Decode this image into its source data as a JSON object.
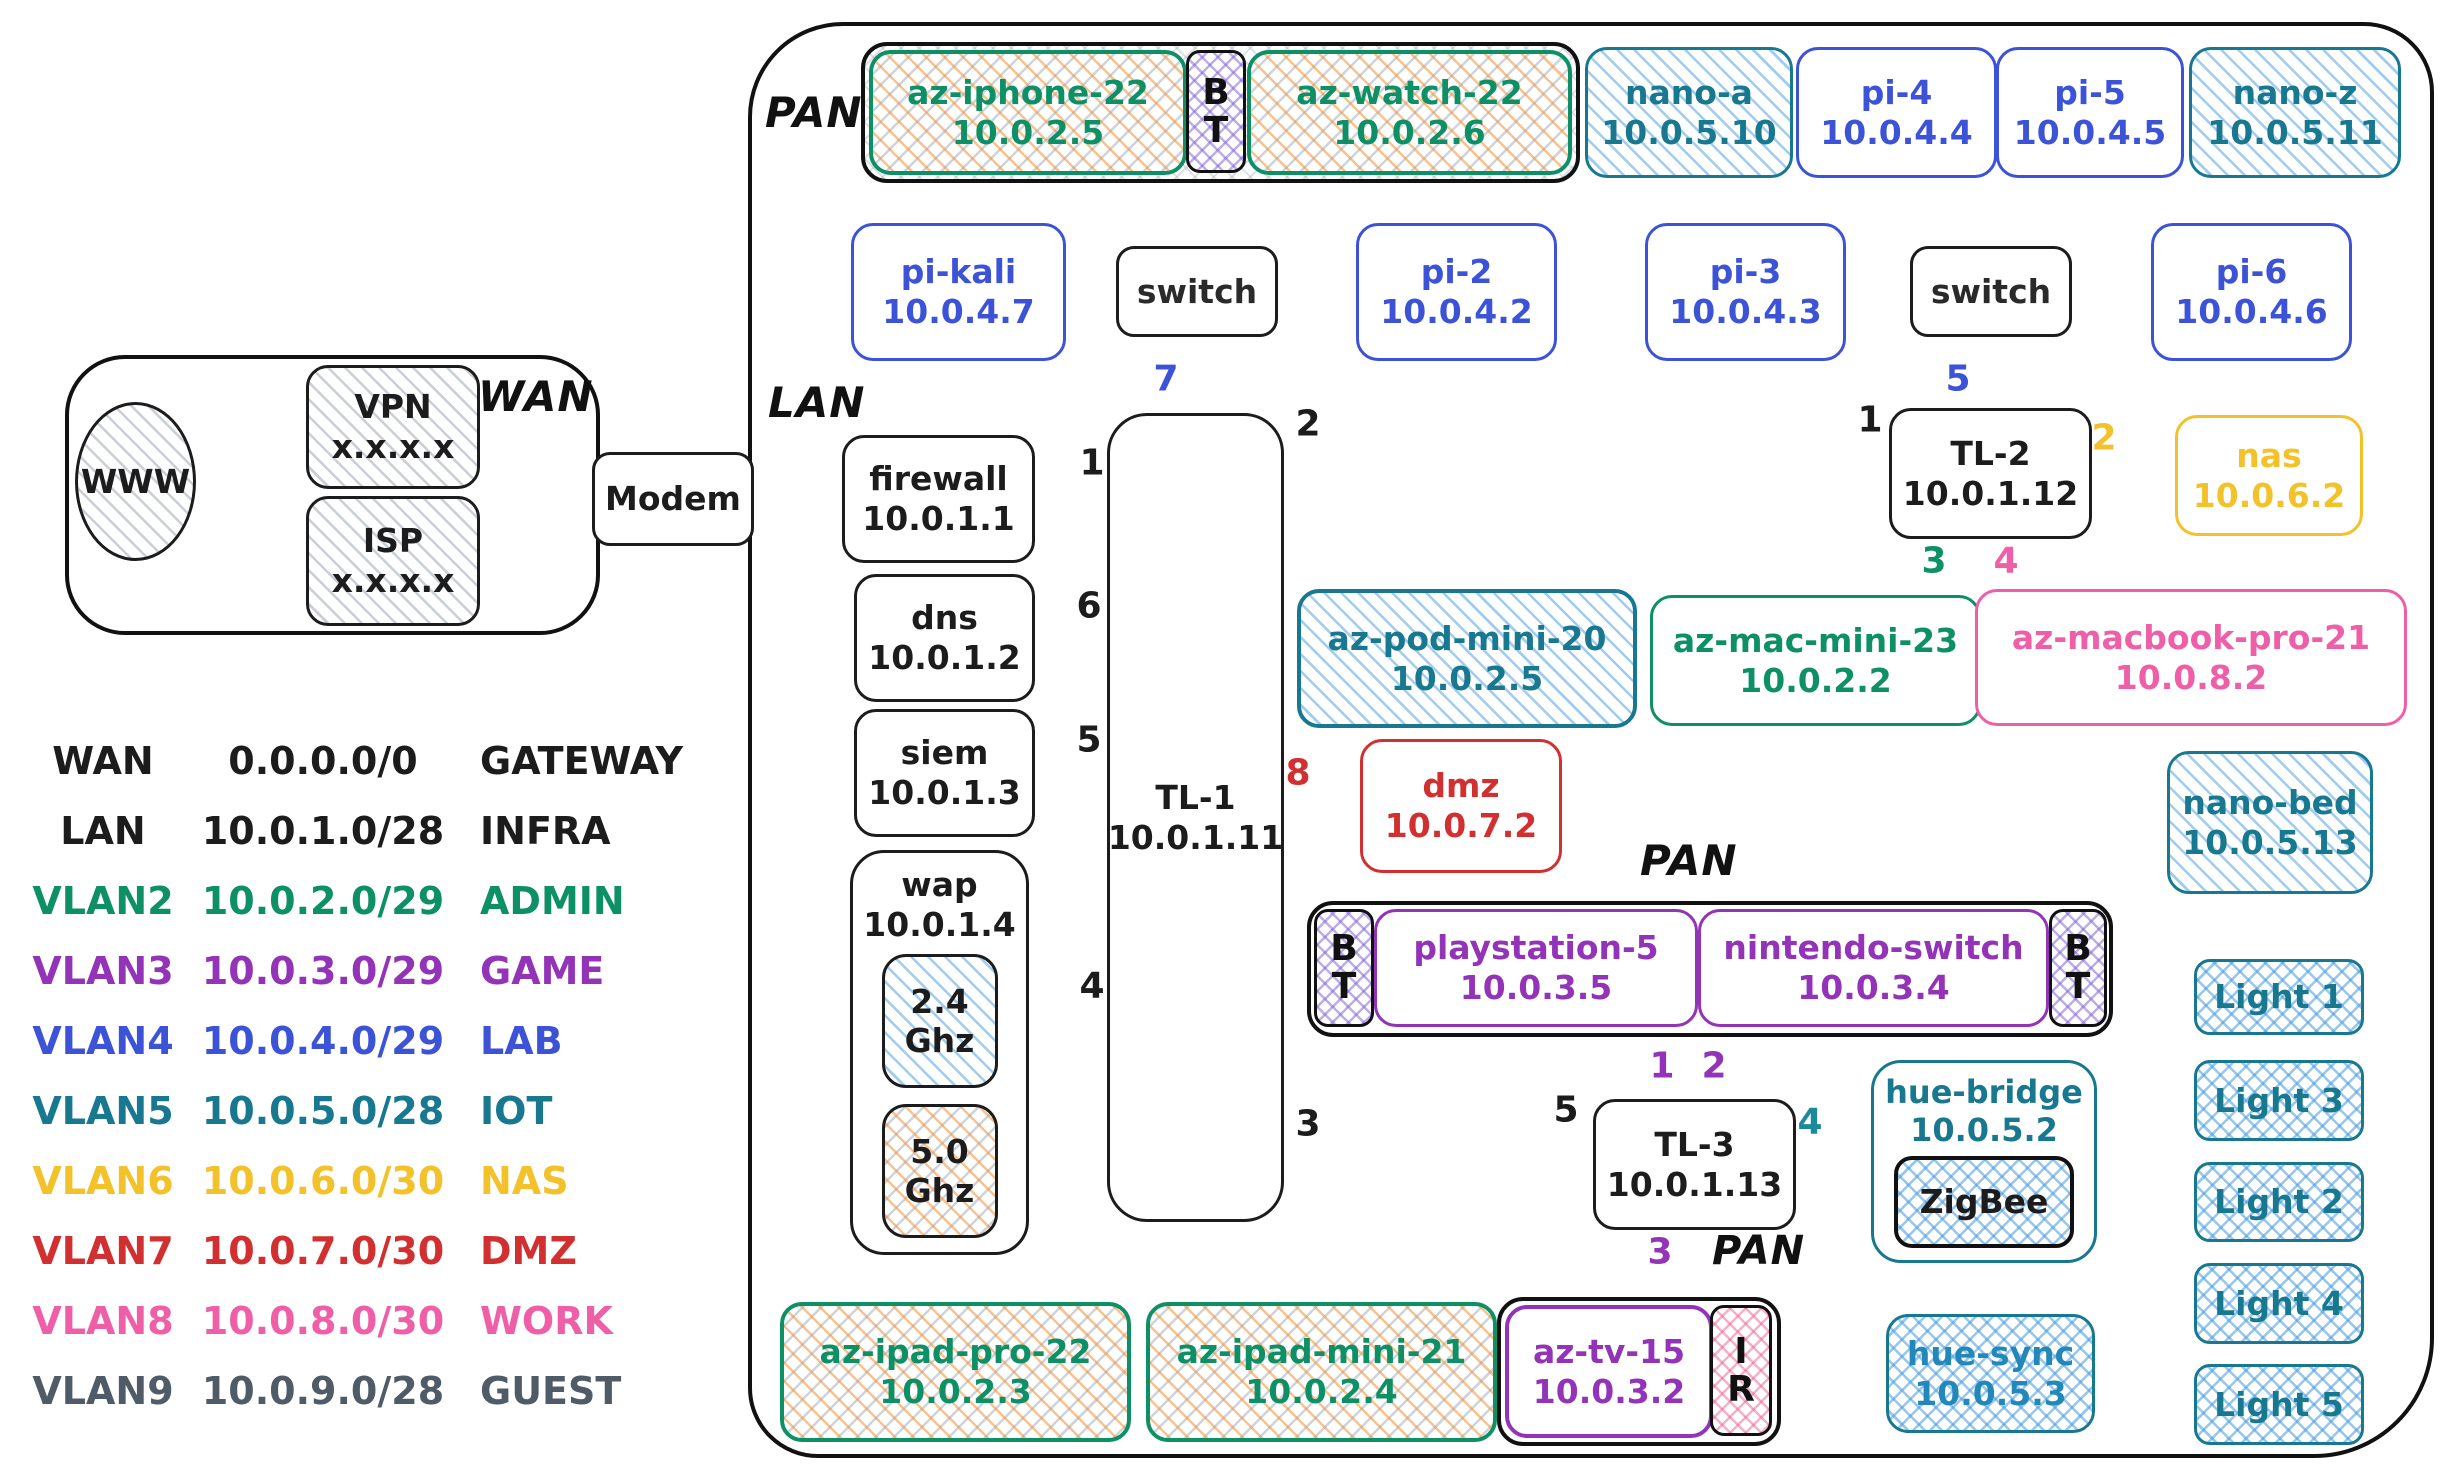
{
  "labels": {
    "wan": "WAN",
    "lan": "LAN",
    "pan_top": "PAN",
    "pan_mid": "PAN",
    "pan_bottom": "PAN"
  },
  "badges": {
    "bt": "BT",
    "ir": "IR"
  },
  "colors": {
    "infra": "#1c1c1c",
    "admin_green": "#0e9066",
    "game_purple": "#9334b8",
    "lab_blue": "#3c53d8",
    "iot_teal": "#17788f",
    "nas_yellow": "#f3c22b",
    "dmz_red": "#d23030",
    "work_pink": "#ee5fa7",
    "guest_gray": "#4f5b66",
    "hatch_blue": "#4299e1",
    "hatch_orange": "#f39237",
    "bt_purple": "#7b5ed6",
    "ir_pink": "#ee6190"
  },
  "nodes": {
    "www": {
      "name": "WWW"
    },
    "vpn": {
      "name": "VPN",
      "ip": "x.x.x.x"
    },
    "isp": {
      "name": "ISP",
      "ip": "x.x.x.x"
    },
    "modem": {
      "name": "Modem"
    },
    "az_iphone": {
      "name": "az-iphone-22",
      "ip": "10.0.2.5"
    },
    "az_watch": {
      "name": "az-watch-22",
      "ip": "10.0.2.6"
    },
    "nano_a": {
      "name": "nano-a",
      "ip": "10.0.5.10"
    },
    "pi4": {
      "name": "pi-4",
      "ip": "10.0.4.4"
    },
    "pi5": {
      "name": "pi-5",
      "ip": "10.0.4.5"
    },
    "nano_z": {
      "name": "nano-z",
      "ip": "10.0.5.11"
    },
    "pi_kali": {
      "name": "pi-kali",
      "ip": "10.0.4.7"
    },
    "switch1": {
      "name": "switch"
    },
    "pi2": {
      "name": "pi-2",
      "ip": "10.0.4.2"
    },
    "pi3": {
      "name": "pi-3",
      "ip": "10.0.4.3"
    },
    "switch2": {
      "name": "switch"
    },
    "pi6": {
      "name": "pi-6",
      "ip": "10.0.4.6"
    },
    "firewall": {
      "name": "firewall",
      "ip": "10.0.1.1"
    },
    "dns": {
      "name": "dns",
      "ip": "10.0.1.2"
    },
    "siem": {
      "name": "siem",
      "ip": "10.0.1.3"
    },
    "wap": {
      "name": "wap",
      "ip": "10.0.1.4"
    },
    "band24": {
      "name": "2.4",
      "unit": "Ghz"
    },
    "band50": {
      "name": "5.0",
      "unit": "Ghz"
    },
    "tl1": {
      "name": "TL-1",
      "ip": "10.0.1.11"
    },
    "tl2": {
      "name": "TL-2",
      "ip": "10.0.1.12"
    },
    "tl3": {
      "name": "TL-3",
      "ip": "10.0.1.13"
    },
    "nas": {
      "name": "nas",
      "ip": "10.0.6.2"
    },
    "az_pod_mini": {
      "name": "az-pod-mini-20",
      "ip": "10.0.2.5"
    },
    "az_mac_mini": {
      "name": "az-mac-mini-23",
      "ip": "10.0.2.2"
    },
    "az_macbook": {
      "name": "az-macbook-pro-21",
      "ip": "10.0.8.2"
    },
    "dmz": {
      "name": "dmz",
      "ip": "10.0.7.2"
    },
    "nano_bed": {
      "name": "nano-bed",
      "ip": "10.0.5.13"
    },
    "playstation": {
      "name": "playstation-5",
      "ip": "10.0.3.5"
    },
    "nintendo": {
      "name": "nintendo-switch",
      "ip": "10.0.3.4"
    },
    "hue_bridge": {
      "name": "hue-bridge",
      "ip": "10.0.5.2"
    },
    "zigbee": {
      "name": "ZigBee"
    },
    "light1": {
      "name": "Light 1"
    },
    "light3": {
      "name": "Light 3"
    },
    "light2": {
      "name": "Light 2"
    },
    "light4": {
      "name": "Light 4"
    },
    "light5": {
      "name": "Light 5"
    },
    "az_ipad_pro": {
      "name": "az-ipad-pro-22",
      "ip": "10.0.2.3"
    },
    "az_ipad_mini": {
      "name": "az-ipad-mini-21",
      "ip": "10.0.2.4"
    },
    "az_tv": {
      "name": "az-tv-15",
      "ip": "10.0.3.2"
    },
    "hue_sync": {
      "name": "hue-sync",
      "ip": "10.0.5.3"
    }
  },
  "ports": {
    "firewall_tl1": "1",
    "switch1_tl1": "7",
    "tl1_tl2": "2",
    "tl2_tl1": "1",
    "switch2_tl2": "5",
    "tl2_nas": "2",
    "tl2_macmini": "3",
    "tl2_macbook": "4",
    "dns_tl1": "6",
    "siem_tl1": "5",
    "tl1_dmz": "8",
    "wap_tl1": "4",
    "tl1_tl3": "3",
    "tl3_tl1": "5",
    "tl3_playstation": "1",
    "tl3_nintendo": "2",
    "tl3_hue": "4",
    "tl3_tv": "3"
  },
  "legend": {
    "rows": [
      {
        "name": "WAN",
        "cidr": "0.0.0.0/0",
        "role": "GATEWAY"
      },
      {
        "name": "LAN",
        "cidr": "10.0.1.0/28",
        "role": "INFRA"
      },
      {
        "name": "VLAN2",
        "cidr": "10.0.2.0/29",
        "role": "ADMIN"
      },
      {
        "name": "VLAN3",
        "cidr": "10.0.3.0/29",
        "role": "GAME"
      },
      {
        "name": "VLAN4",
        "cidr": "10.0.4.0/29",
        "role": "LAB"
      },
      {
        "name": "VLAN5",
        "cidr": "10.0.5.0/28",
        "role": "IOT"
      },
      {
        "name": "VLAN6",
        "cidr": "10.0.6.0/30",
        "role": "NAS"
      },
      {
        "name": "VLAN7",
        "cidr": "10.0.7.0/30",
        "role": "DMZ"
      },
      {
        "name": "VLAN8",
        "cidr": "10.0.8.0/30",
        "role": "WORK"
      },
      {
        "name": "VLAN9",
        "cidr": "10.0.9.0/28",
        "role": "GUEST"
      }
    ]
  }
}
